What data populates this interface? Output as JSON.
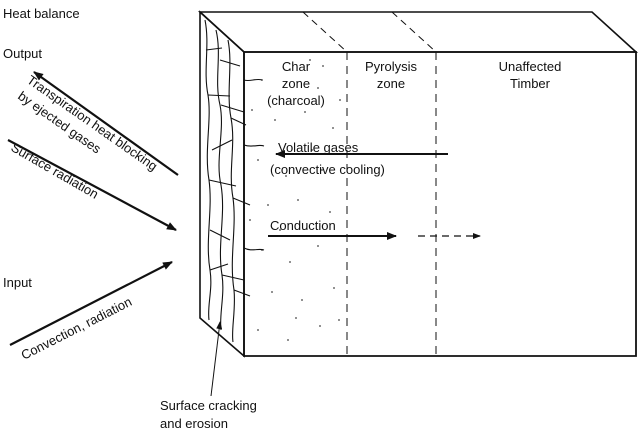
{
  "labels": {
    "heat_balance": "Heat balance",
    "output": "Output",
    "input": "Input",
    "transpiration_line1": "Transpiration heat blocking",
    "transpiration_line2": "by ejected gases",
    "surface_radiation": "Surface radiation",
    "convection_radiation": "Convection, radiation",
    "char_zone_line1": "Char",
    "char_zone_line2": "zone",
    "char_zone_line3": "(charcoal)",
    "pyrolysis_line1": "Pyrolysis",
    "pyrolysis_line2": "zone",
    "unaffected_line1": "Unaffected",
    "unaffected_line2": "Timber",
    "volatile_line1": "Volatile gases",
    "volatile_line2": "(convective cooling)",
    "conduction": "Conduction",
    "cracking_line1": "Surface cracking",
    "cracking_line2": "and erosion"
  },
  "colors": {
    "ink": "#111111",
    "background": "#ffffff"
  }
}
